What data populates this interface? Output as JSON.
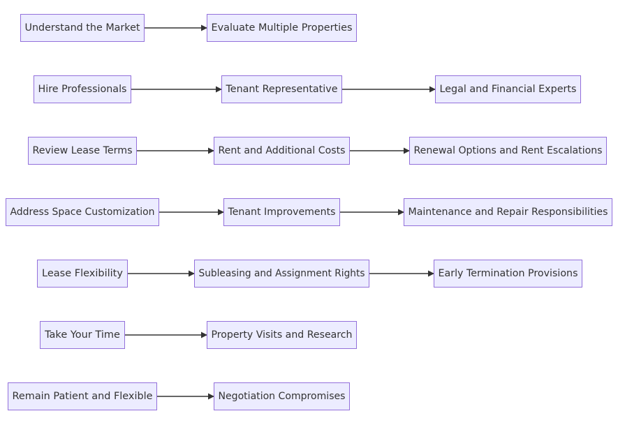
{
  "diagram": {
    "rows": [
      {
        "nodes": [
          "Understand the Market",
          "Evaluate Multiple Properties"
        ]
      },
      {
        "nodes": [
          "Hire Professionals",
          "Tenant Representative",
          "Legal and Financial Experts"
        ]
      },
      {
        "nodes": [
          "Review Lease Terms",
          "Rent and Additional Costs",
          "Renewal Options and Rent Escalations"
        ]
      },
      {
        "nodes": [
          "Address Space Customization",
          "Tenant Improvements",
          "Maintenance and Repair Responsibilities"
        ]
      },
      {
        "nodes": [
          "Lease Flexibility",
          "Subleasing and Assignment Rights",
          "Early Termination Provisions"
        ]
      },
      {
        "nodes": [
          "Take Your Time",
          "Property Visits and Research"
        ]
      },
      {
        "nodes": [
          "Remain Patient and Flexible",
          "Negotiation Compromises"
        ]
      }
    ],
    "colors": {
      "node_fill": "#ececff",
      "node_stroke": "#9370db",
      "edge": "#333333",
      "text": "#333333"
    }
  }
}
